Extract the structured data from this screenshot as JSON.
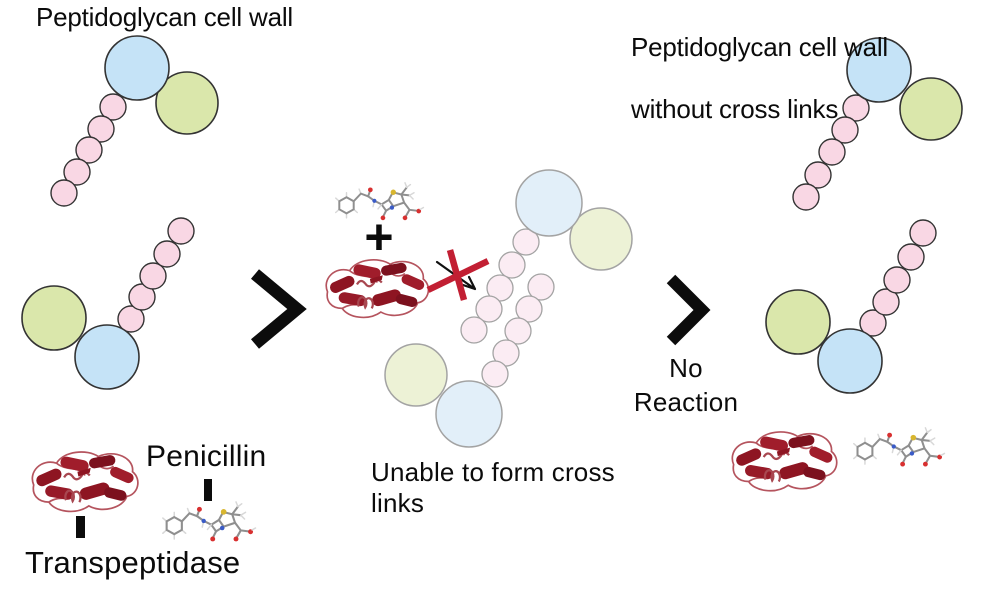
{
  "titles": {
    "left": "Peptidoglycan cell wall",
    "right_line1": "Peptidoglycan cell wall",
    "right_line2": "without cross links"
  },
  "labels": {
    "plus": "+",
    "unable": "Unable to form cross links",
    "no_reaction": "No Reaction",
    "penicillin": "Penicillin",
    "transpeptidase": "Transpeptidase"
  },
  "icons": {
    "chevron_right": "❯",
    "blocked_cross": "✕",
    "reaction_arrow": "↘"
  },
  "colors": {
    "nag_blue": "#c5e3f7",
    "nam_green": "#dae7ab",
    "peptide_pink": "#f9d7e4",
    "faded_blue": "#e2eff9",
    "faded_green": "#edf2d6",
    "faded_pink": "#fbecf3",
    "outline": "#333333",
    "faded_outline": "#a3a3a3",
    "blocked_x_red": "#c21f33",
    "protein_red": "#8e1522",
    "text_black": "#0b0b0b"
  }
}
